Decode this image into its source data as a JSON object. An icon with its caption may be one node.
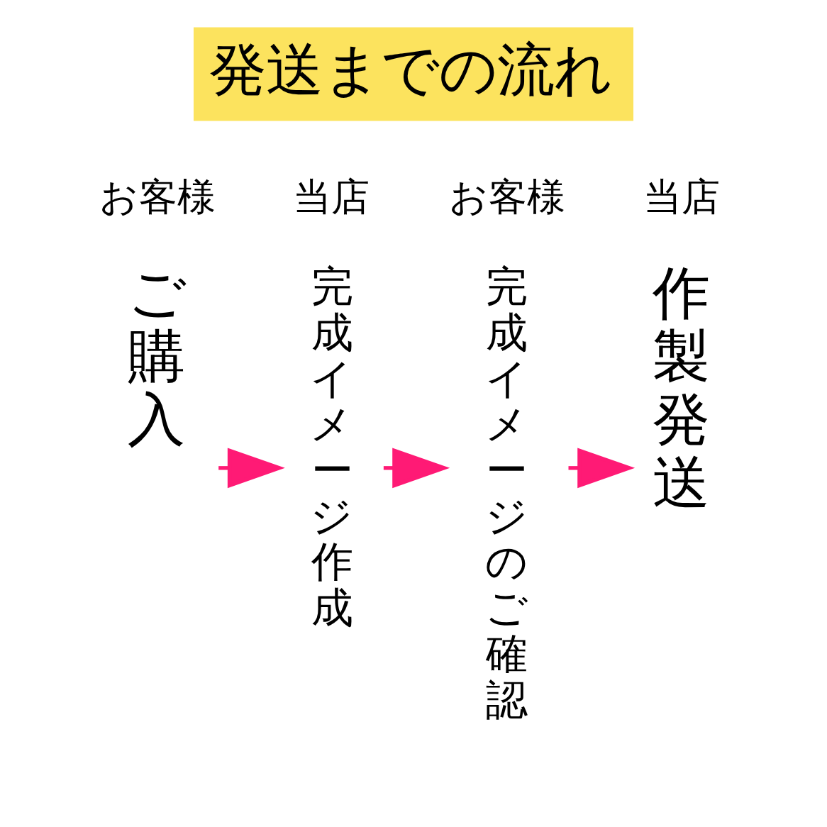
{
  "diagram": {
    "title": "発送までの流れ",
    "nodes": [
      {
        "text": [
          "ご購入"
        ],
        "beside": [
          "お客様"
        ]
      },
      {
        "text": [
          "完成イメージ作成"
        ],
        "beside": [
          "当店"
        ]
      },
      {
        "text": [
          "完成イメージのご確認"
        ],
        "beside": [
          "お客様"
        ]
      },
      {
        "text": [
          "作製発送"
        ],
        "beside": [
          "当店"
        ]
      }
    ],
    "edges": [
      {
        "from": 0,
        "to": 1,
        "arrow": "to"
      },
      {
        "from": 1,
        "to": 2,
        "arrow": "to"
      },
      {
        "from": 2,
        "to": 3,
        "arrow": "to"
      }
    ]
  }
}
